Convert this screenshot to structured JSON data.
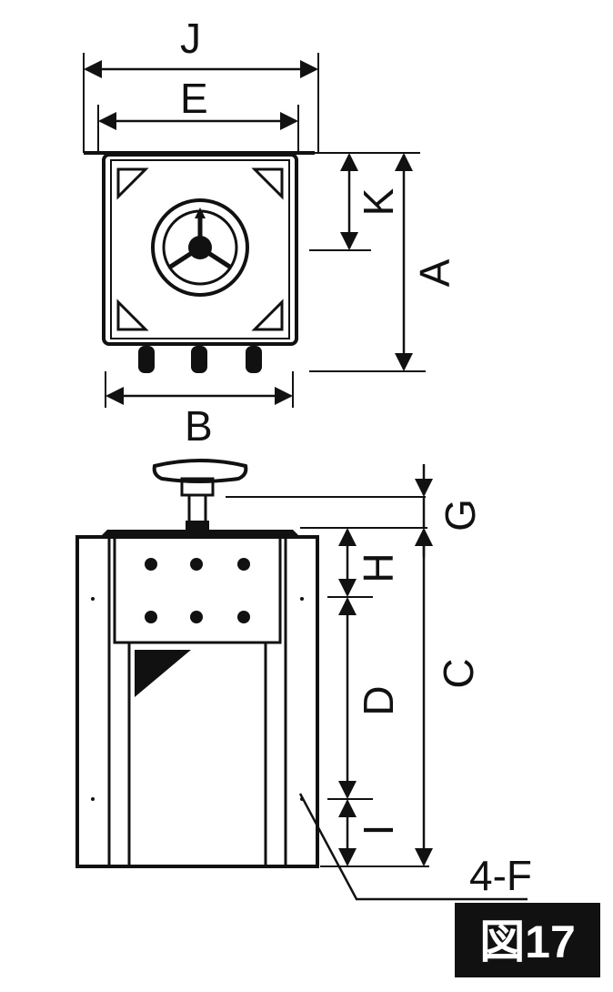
{
  "drawing": {
    "ink_color": "#111111",
    "background_color": "#ffffff",
    "figure_badge_color": "#111111",
    "figure_label": "図17",
    "dimension_labels": {
      "J": "J",
      "E": "E",
      "K": "K",
      "A": "A",
      "B": "B",
      "G": "G",
      "H": "H",
      "C": "C",
      "D": "D",
      "I": "I",
      "F": "4-F"
    }
  }
}
